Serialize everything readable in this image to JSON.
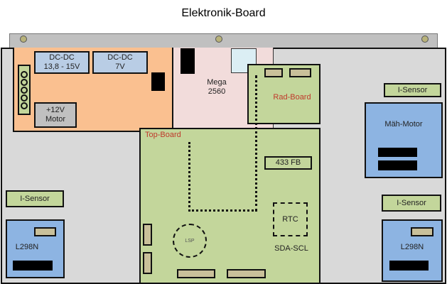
{
  "title": "Elektronik-Board",
  "power_board": {
    "dcdc1": "DC-DC\n13,8 - 15V",
    "dcdc1_l1": "DC-DC",
    "dcdc1_l2": "13,8 - 15V",
    "dcdc2_l1": "DC-DC",
    "dcdc2_l2": "7V",
    "motor_l1": "+12V",
    "motor_l2": "Motor"
  },
  "mega": {
    "l1": "Mega",
    "l2": "2560"
  },
  "rad_board": {
    "label": "Rad-Board"
  },
  "top_board": {
    "label": "Top-Board",
    "fb": "433 FB",
    "rtc": "RTC",
    "bus": "SDA-SCL",
    "speaker": "LSP"
  },
  "right": {
    "sensor1": "I-Sensor",
    "mow_motor": "Mäh-Motor",
    "sensor2": "I-Sensor",
    "driver": "L298N"
  },
  "left": {
    "sensor": "I-Sensor",
    "driver": "L298N"
  },
  "colors": {
    "board": "#d9d9d9",
    "power": "#fac090",
    "mega": "#f2dcdb",
    "green": "#c3d69b",
    "blue": "#8db4e2",
    "label_red": "#c0392b"
  }
}
